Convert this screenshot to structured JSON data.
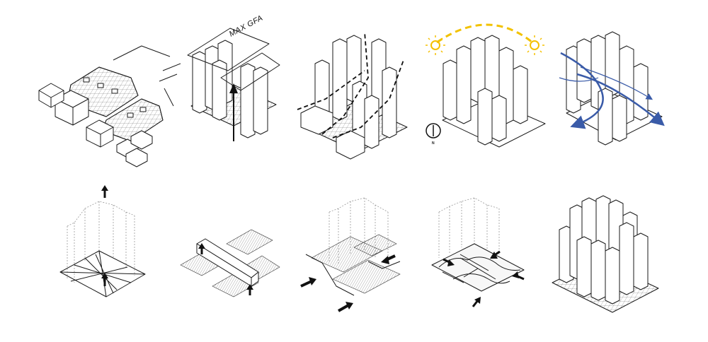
{
  "labels": {
    "max_gfa": "MAX GFA",
    "north": "N"
  },
  "colors": {
    "sun": "#f5c000",
    "sun_path": "#f2c200",
    "wind": "#3a5ba8",
    "line": "#1a1a1a",
    "ghost": "#9a9a9a"
  },
  "icons": [
    "sun-icon",
    "north-arrow-icon",
    "wind-arrow-icon",
    "up-arrow-icon",
    "push-arrow-icon"
  ],
  "panels": [
    "site-panel",
    "max-gfa-panel",
    "view-corridor-panel",
    "sun-orientation-panel",
    "wind-panel",
    "podium-lift-panel",
    "central-bridge-panel",
    "pedestrian-flow-panel",
    "landscape-panel",
    "final-massing-panel"
  ]
}
